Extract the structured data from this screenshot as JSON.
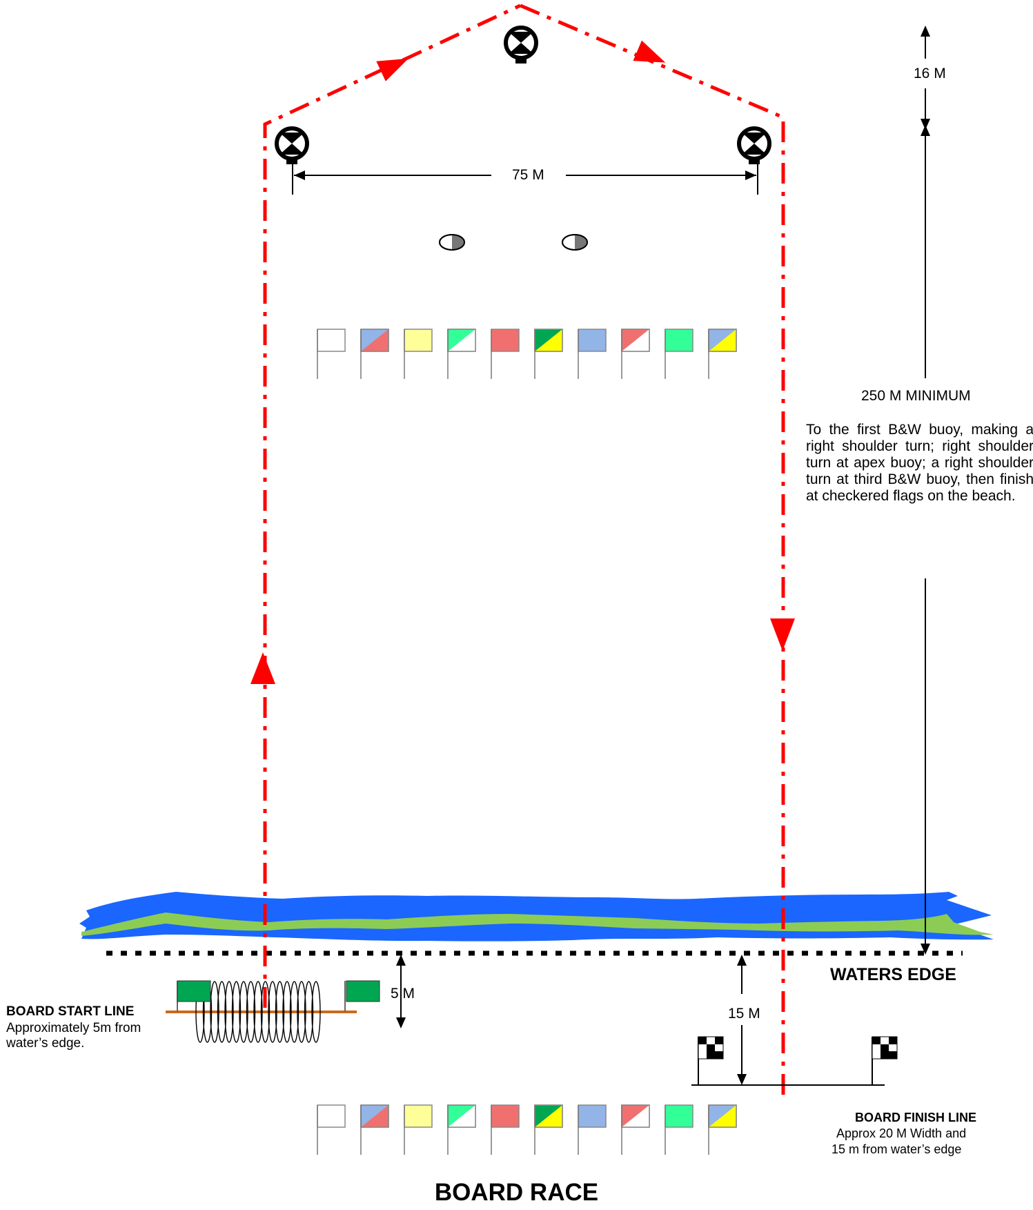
{
  "labels": {
    "course_width": "75 M",
    "apex_offset": "16 M",
    "course_length": "250 M MINIMUM",
    "course_description": "To the first B&W buoy, making a right shoulder turn; right shoulder turn at apex buoy; a right shoulder turn at third B&W buoy, then finish at checkered flags on the beach.",
    "waters_edge": "WATERS EDGE",
    "start_distance": "5 M",
    "finish_distance": "15 M",
    "start_line_title": "BOARD START LINE",
    "start_line_desc_1": "Approximately 5m from",
    "start_line_desc_2": "water’s edge.",
    "finish_line_title": "BOARD FINISH LINE",
    "finish_line_desc_1": "Approx 20 M Width and",
    "finish_line_desc_2": "15 m from water’s edge",
    "title": "BOARD RACE"
  },
  "colors": {
    "course_line": "#ff0000",
    "water": "#1a66ff",
    "shore_band": "#8ccc55",
    "start_line": "#cc6a1a",
    "start_flag": "#00a651",
    "buoy": "#000000"
  },
  "lane_flags": [
    {
      "fill": "#ffffff",
      "split": null
    },
    {
      "fill": "#92b4e6",
      "split": "#f07070"
    },
    {
      "fill": "#ffff99",
      "split": null
    },
    {
      "fill": "#33ff99",
      "split": "#ffffff"
    },
    {
      "fill": "#f07070",
      "split": null
    },
    {
      "fill": "#00a651",
      "split": "#ffff00"
    },
    {
      "fill": "#92b4e6",
      "split": null
    },
    {
      "fill": "#f07070",
      "split": "#ffffff"
    },
    {
      "fill": "#33ff99",
      "split": null
    },
    {
      "fill": "#92b4e6",
      "split": "#ffff00"
    }
  ]
}
